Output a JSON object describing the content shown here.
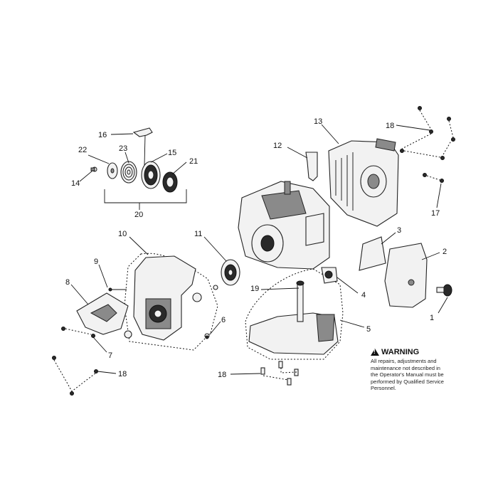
{
  "callouts": {
    "c1": "1",
    "c2": "2",
    "c3": "3",
    "c4": "4",
    "c5": "5",
    "c6": "6",
    "c7": "7",
    "c8": "8",
    "c9": "9",
    "c10": "10",
    "c11": "11",
    "c12": "12",
    "c13": "13",
    "c14": "14",
    "c15": "15",
    "c16": "16",
    "c17": "17",
    "c18": "18",
    "c19": "19",
    "c20": "20",
    "c21": "21",
    "c22": "22",
    "c23": "23"
  },
  "warning": {
    "title": "WARNING",
    "line1": "All repairs, adjustments and",
    "line2": "maintenance not described in",
    "line3": "the Operator's Manual must be",
    "line4": "performed by Qualified Service",
    "line5": "Personnel."
  }
}
